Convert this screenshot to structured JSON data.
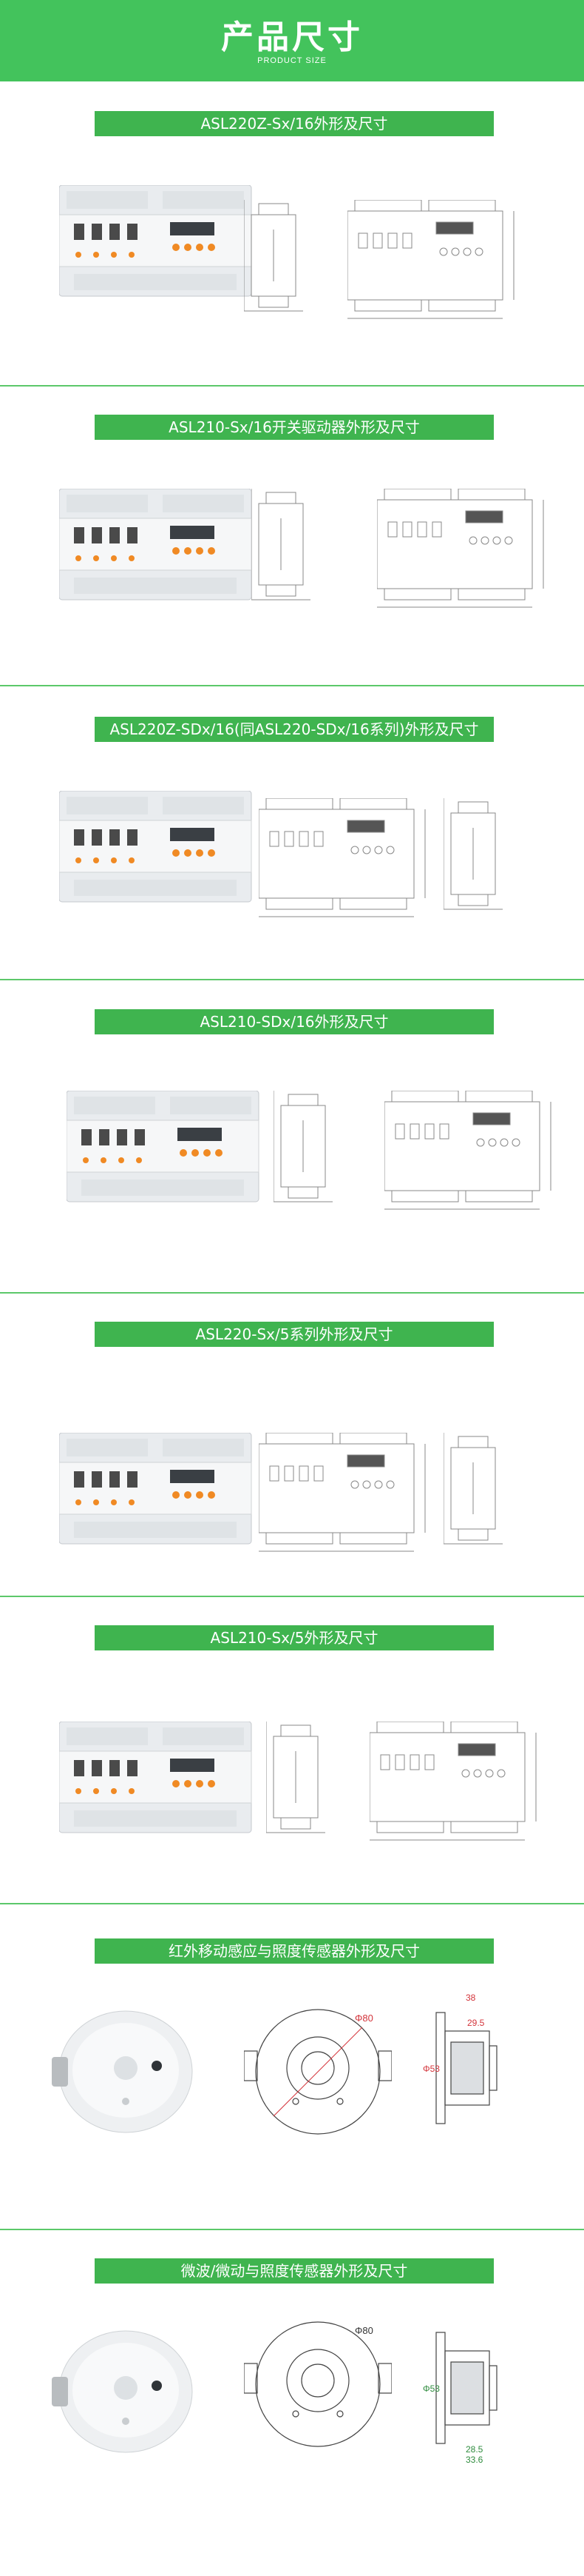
{
  "header": {
    "title": "产品尺寸",
    "subtitle": "PRODUCT SIZE"
  },
  "sections": [
    {
      "title": "ASL220Z-Sx/16外形及尺寸"
    },
    {
      "title": "ASL210-Sx/16开关驱动器外形及尺寸"
    },
    {
      "title": "ASL220Z-SDx/16(同ASL220-SDx/16系列)外形及尺寸"
    },
    {
      "title": "ASL210-SDx/16外形及尺寸"
    },
    {
      "title": "ASL220-Sx/5系列外形及尺寸"
    },
    {
      "title": "ASL210-Sx/5外形及尺寸"
    },
    {
      "title": "红外移动感应与照度传感器外形及尺寸"
    },
    {
      "title": "微波/微动与照度传感器外形及尺寸"
    }
  ],
  "dims": {
    "ir": {
      "diameter": "Φ80",
      "w1": "38",
      "w2": "29.5",
      "h": "Φ53"
    },
    "mw": {
      "diameter": "Φ80",
      "w1": "28.5",
      "w2": "33.6",
      "h": "Φ53"
    }
  },
  "colors": {
    "accent": "#43c35c",
    "bar": "#3fb44f",
    "separator": "#5cc86a"
  }
}
